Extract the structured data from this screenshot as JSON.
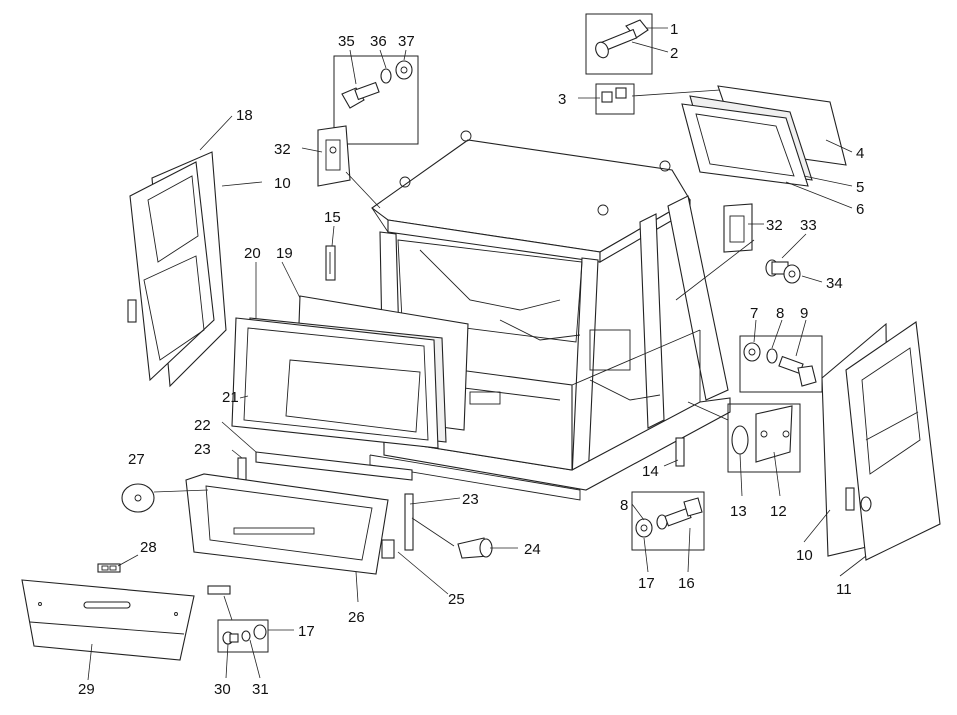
{
  "callouts": [
    {
      "id": "c1",
      "text": "1"
    },
    {
      "id": "c2",
      "text": "2"
    },
    {
      "id": "c3",
      "text": "3"
    },
    {
      "id": "c4",
      "text": "4"
    },
    {
      "id": "c5",
      "text": "5"
    },
    {
      "id": "c6",
      "text": "6"
    },
    {
      "id": "c7",
      "text": "7"
    },
    {
      "id": "c8a",
      "text": "8"
    },
    {
      "id": "c8b",
      "text": "8"
    },
    {
      "id": "c9",
      "text": "9"
    },
    {
      "id": "c10a",
      "text": "10"
    },
    {
      "id": "c10b",
      "text": "10"
    },
    {
      "id": "c11",
      "text": "11"
    },
    {
      "id": "c12",
      "text": "12"
    },
    {
      "id": "c13",
      "text": "13"
    },
    {
      "id": "c14",
      "text": "14"
    },
    {
      "id": "c15",
      "text": "15"
    },
    {
      "id": "c16",
      "text": "16"
    },
    {
      "id": "c17a",
      "text": "17"
    },
    {
      "id": "c17b",
      "text": "17"
    },
    {
      "id": "c18",
      "text": "18"
    },
    {
      "id": "c19",
      "text": "19"
    },
    {
      "id": "c20",
      "text": "20"
    },
    {
      "id": "c21",
      "text": "21"
    },
    {
      "id": "c22",
      "text": "22"
    },
    {
      "id": "c23a",
      "text": "23"
    },
    {
      "id": "c23b",
      "text": "23"
    },
    {
      "id": "c24",
      "text": "24"
    },
    {
      "id": "c25",
      "text": "25"
    },
    {
      "id": "c26",
      "text": "26"
    },
    {
      "id": "c27",
      "text": "27"
    },
    {
      "id": "c28",
      "text": "28"
    },
    {
      "id": "c29",
      "text": "29"
    },
    {
      "id": "c30",
      "text": "30"
    },
    {
      "id": "c31",
      "text": "31"
    },
    {
      "id": "c32a",
      "text": "32"
    },
    {
      "id": "c32b",
      "text": "32"
    },
    {
      "id": "c33",
      "text": "33"
    },
    {
      "id": "c34",
      "text": "34"
    },
    {
      "id": "c35",
      "text": "35"
    },
    {
      "id": "c36",
      "text": "36"
    },
    {
      "id": "c37",
      "text": "37"
    }
  ]
}
